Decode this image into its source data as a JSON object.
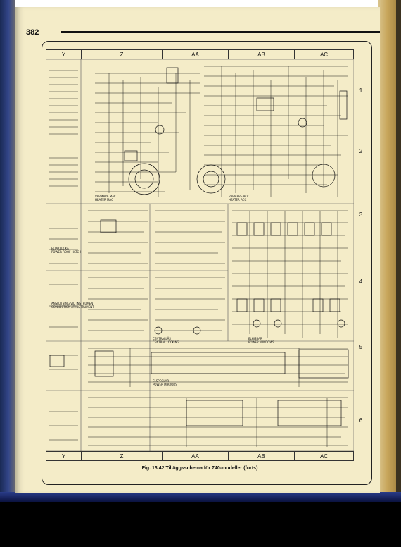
{
  "page": {
    "number": "382"
  },
  "columns": [
    "Y",
    "Z",
    "AA",
    "AB",
    "AC"
  ],
  "rows": [
    "1",
    "2",
    "3",
    "4",
    "5",
    "6"
  ],
  "caption": "Fig. 13.42  Tilläggsschema för 740-modeller (forts)",
  "blocks": [
    {
      "id": "heater-mac",
      "lines": [
        "VÄRMARE MAC",
        "HEATER MAC"
      ]
    },
    {
      "id": "heater-acc",
      "lines": [
        "VÄRMARE ACC",
        "HEATER ACC"
      ]
    },
    {
      "id": "power-roof-hatch",
      "lines": [
        "ELTAKLUCKA",
        "POWER ROOF HATCH"
      ]
    },
    {
      "id": "connection-instrument",
      "lines": [
        "ANSLUTNING VID INSTRUMENT",
        "CONNECTION AT INSTRUMENT"
      ]
    },
    {
      "id": "central-locking",
      "lines": [
        "CENTRALLÅS",
        "CENTRAL LOCKING"
      ]
    },
    {
      "id": "power-windows",
      "lines": [
        "ELHISSAR",
        "POWER WINDOWS"
      ]
    },
    {
      "id": "power-mirrors",
      "lines": [
        "ELSPEGLAR",
        "POWER MIRRORS"
      ]
    }
  ]
}
